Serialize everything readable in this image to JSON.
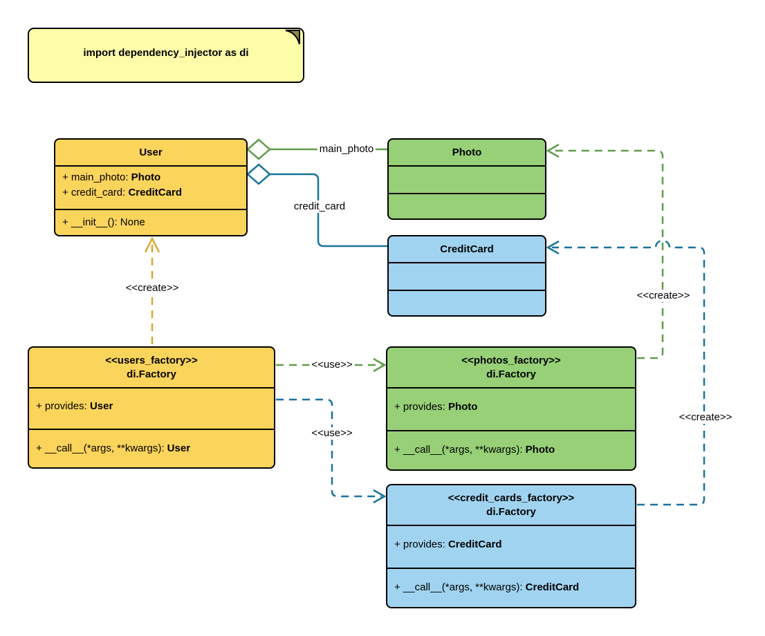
{
  "colors": {
    "yellow_fill": "#FBD45C",
    "green_fill": "#97D077",
    "blue_fill": "#A0D3F0",
    "note_fill": "#FDFDA9",
    "green_line": "#5F9C49",
    "blue_line": "#17739B",
    "gold_line": "#D9A62E"
  },
  "note": {
    "text": "import dependency_injector as di"
  },
  "classes": {
    "user": {
      "title": "User",
      "attributes": [
        {
          "text": "+ main_photo: ",
          "bold": "Photo"
        },
        {
          "text": "+ credit_card: ",
          "bold": "CreditCard"
        }
      ],
      "methods": [
        {
          "text": "+ __init__(): None",
          "bold": ""
        }
      ]
    },
    "photo": {
      "title": "Photo"
    },
    "credit_card": {
      "title": "CreditCard"
    },
    "users_factory": {
      "stereotype": "<<users_factory>>",
      "name": "di.Factory",
      "attributes": [
        {
          "text": "+ provides: ",
          "bold": "User"
        }
      ],
      "methods": [
        {
          "text": "+ __call__(*args, **kwargs): ",
          "bold": "User"
        }
      ]
    },
    "photos_factory": {
      "stereotype": "<<photos_factory>>",
      "name": "di.Factory",
      "attributes": [
        {
          "text": "+ provides: ",
          "bold": "Photo"
        }
      ],
      "methods": [
        {
          "text": "+ __call__(*args, **kwargs): ",
          "bold": "Photo"
        }
      ]
    },
    "credit_cards_factory": {
      "stereotype": "<<credit_cards_factory>>",
      "name": "di.Factory",
      "attributes": [
        {
          "text": "+ provides: ",
          "bold": "CreditCard"
        }
      ],
      "methods": [
        {
          "text": "+ __call__(*args, **kwargs): ",
          "bold": "CreditCard"
        }
      ]
    }
  },
  "connector_labels": {
    "main_photo": "main_photo",
    "credit_card": "credit_card",
    "create_user": "<<create>>",
    "create_photo": "<<create>>",
    "create_credit_card": "<<create>>",
    "use_photos": "<<use>>",
    "use_credit_cards": "<<use>>"
  }
}
